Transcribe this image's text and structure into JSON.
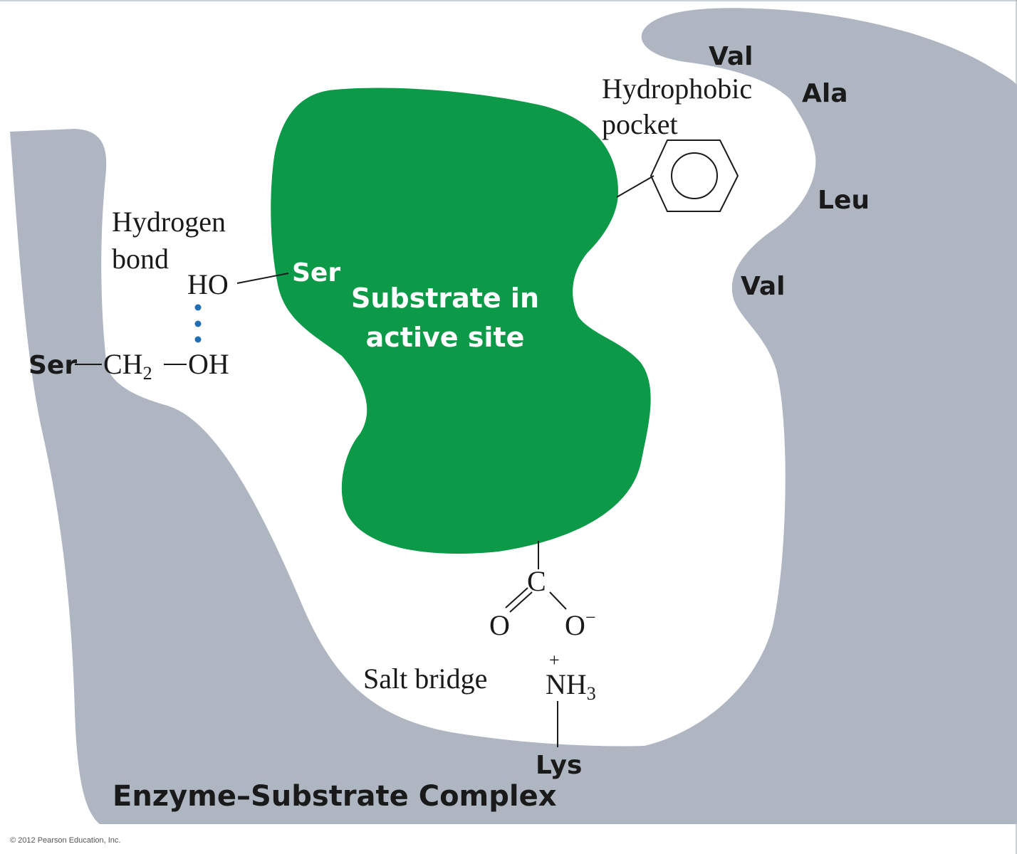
{
  "colors": {
    "enzyme": "#adb6c1",
    "substrate": "#0d9a48",
    "hbond_dots": "#1f6fb2",
    "text": "#1a1a1a"
  },
  "substrate": {
    "label_line1": "Substrate in",
    "label_line2": "active site",
    "ser_label": "Ser"
  },
  "hydrogen_bond": {
    "label_line1": "Hydrogen",
    "label_line2": "bond",
    "ho": "HO",
    "ser_residue": "Ser",
    "ch": "CH",
    "ch_sub": "2",
    "oh": "OH"
  },
  "hydrophobic_pocket": {
    "label_line1": "Hydrophobic",
    "label_line2": "pocket",
    "residues": [
      "Val",
      "Ala",
      "Leu",
      "Val"
    ]
  },
  "salt_bridge": {
    "label": "Salt bridge",
    "carbon": "C",
    "o_left": "O",
    "o_right": "O",
    "o_charge": "−",
    "nh": "NH",
    "nh_sub": "3",
    "nh_charge": "+",
    "lys": "Lys"
  },
  "title": "Enzyme–Substrate Complex",
  "copyright": "© 2012 Pearson Education, Inc."
}
